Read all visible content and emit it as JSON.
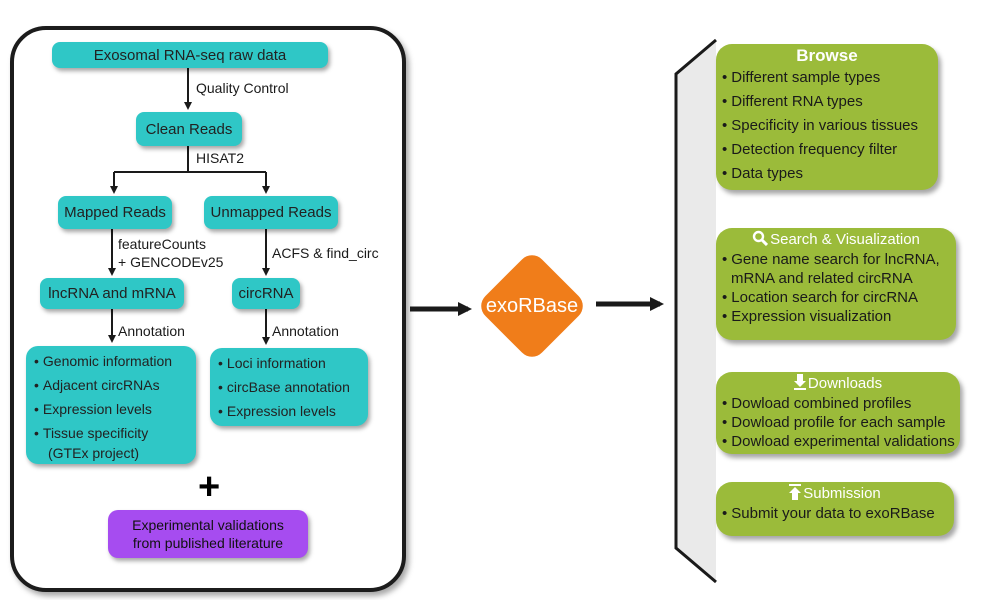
{
  "pipeline": {
    "raw_data": "Exosomal RNA-seq raw data",
    "quality_control": "Quality Control",
    "clean_reads": "Clean Reads",
    "hisat2": "HISAT2",
    "mapped_reads": "Mapped Reads",
    "unmapped_reads": "Unmapped Reads",
    "feature_counts": "featureCounts",
    "gencode": "+ GENCODEv25",
    "acfs": "ACFS & find_circ",
    "lncrna_mrna": "lncRNA and mRNA",
    "circrna": "circRNA",
    "annotation_left": "Annotation",
    "annotation_right": "Annotation",
    "left_list": [
      "Genomic information",
      "Adjacent circRNAs",
      "Expression levels",
      "Tissue specificity",
      "(GTEx project)"
    ],
    "right_list": [
      "Loci information",
      "circBase annotation",
      "Expression levels"
    ],
    "plus": "+",
    "experimental_line1": "Experimental validations",
    "experimental_line2": "from published literature"
  },
  "center": {
    "label": "exoRBase"
  },
  "features": {
    "browse": {
      "title": "Browse",
      "items": [
        "Different sample types",
        "Different RNA types",
        "Specificity in various tissues",
        "Detection frequency filter",
        "Data types"
      ]
    },
    "search": {
      "title": "Search & Visualization",
      "icon": "magnifier-icon",
      "items": [
        "Gene name search for lncRNA,",
        "mRNA and related circRNA",
        "Location search for circRNA",
        "Expression visualization"
      ]
    },
    "downloads": {
      "title": "Downloads",
      "icon": "download-icon",
      "items": [
        "Dowload combined profiles",
        "Dowload profile for each sample",
        "Dowload experimental validations"
      ]
    },
    "submission": {
      "title": "Submission",
      "icon": "upload-icon",
      "items": [
        "Submit your data to exoRBase"
      ]
    }
  },
  "colors": {
    "cyan": "#2fc7c6",
    "orange": "#f07d1a",
    "green": "#9bbb3a",
    "purple": "#a64cf0"
  }
}
